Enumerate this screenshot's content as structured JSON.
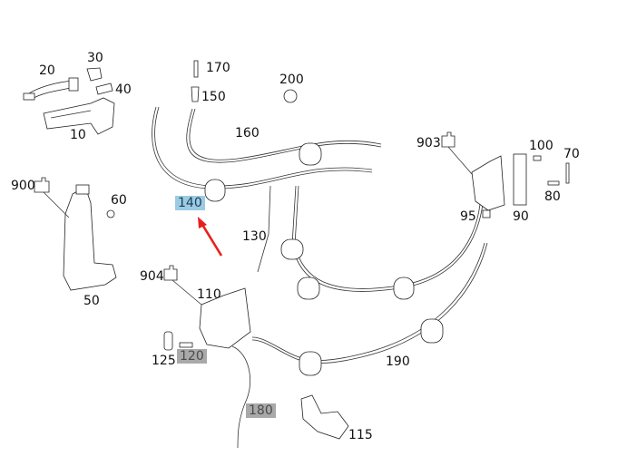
{
  "diagram": {
    "type": "parts-exploded-view",
    "callouts": [
      {
        "id": "c10",
        "text": "10",
        "style": "plain"
      },
      {
        "id": "c20",
        "text": "20",
        "style": "plain"
      },
      {
        "id": "c30",
        "text": "30",
        "style": "plain"
      },
      {
        "id": "c40",
        "text": "40",
        "style": "plain"
      },
      {
        "id": "c50",
        "text": "50",
        "style": "plain"
      },
      {
        "id": "c60",
        "text": "60",
        "style": "plain"
      },
      {
        "id": "c70",
        "text": "70",
        "style": "plain"
      },
      {
        "id": "c80",
        "text": "80",
        "style": "plain"
      },
      {
        "id": "c90",
        "text": "90",
        "style": "plain"
      },
      {
        "id": "c95",
        "text": "95",
        "style": "plain"
      },
      {
        "id": "c100",
        "text": "100",
        "style": "plain"
      },
      {
        "id": "c110",
        "text": "110",
        "style": "plain"
      },
      {
        "id": "c115",
        "text": "115",
        "style": "plain"
      },
      {
        "id": "c120",
        "text": "120",
        "style": "highlight-gray"
      },
      {
        "id": "c125",
        "text": "125",
        "style": "plain"
      },
      {
        "id": "c130",
        "text": "130",
        "style": "plain"
      },
      {
        "id": "c140",
        "text": "140",
        "style": "highlight-blue"
      },
      {
        "id": "c150",
        "text": "150",
        "style": "plain"
      },
      {
        "id": "c160",
        "text": "160",
        "style": "plain"
      },
      {
        "id": "c170",
        "text": "170",
        "style": "plain"
      },
      {
        "id": "c180",
        "text": "180",
        "style": "highlight-gray"
      },
      {
        "id": "c190",
        "text": "190",
        "style": "plain"
      },
      {
        "id": "c200",
        "text": "200",
        "style": "plain"
      },
      {
        "id": "c900",
        "text": "900",
        "style": "plain"
      },
      {
        "id": "c903",
        "text": "903",
        "style": "plain"
      },
      {
        "id": "c904",
        "text": "904",
        "style": "plain"
      }
    ],
    "selected_part": "140",
    "colors": {
      "highlight_blue": "#9ccbe4",
      "highlight_gray": "#a9a9a9",
      "arrow": "#e8201c",
      "line": "#222222"
    }
  }
}
